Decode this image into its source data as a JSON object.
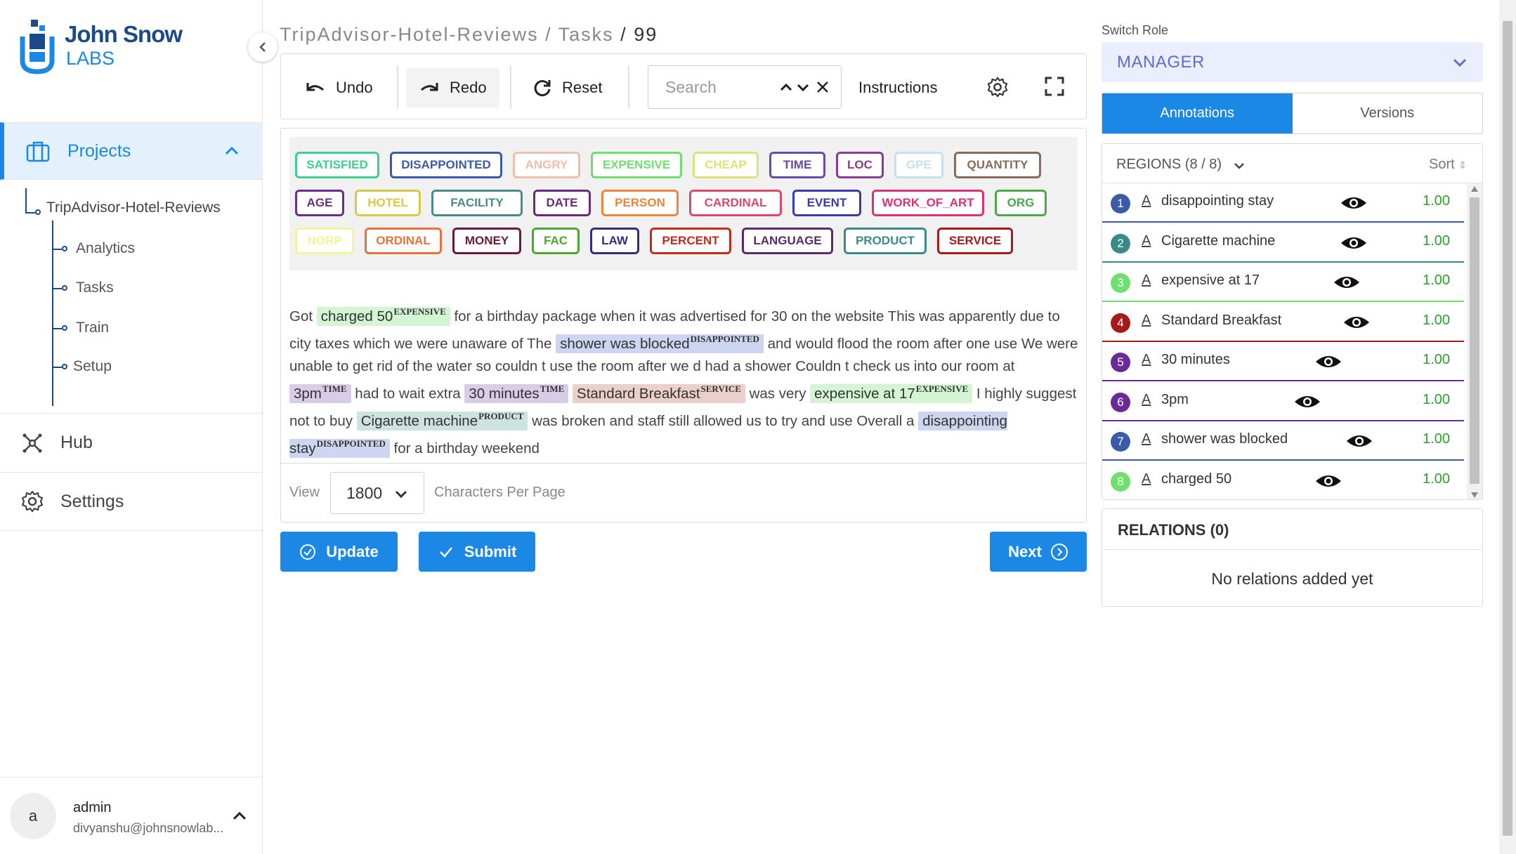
{
  "app": {
    "logo_line1": "John Snow",
    "logo_line2": "LABS"
  },
  "sidebar": {
    "projects_label": "Projects",
    "project_name": "TripAdvisor-Hotel-Reviews",
    "sub_items": [
      "Analytics",
      "Tasks",
      "Train",
      "Setup"
    ],
    "hub_label": "Hub",
    "settings_label": "Settings",
    "user": {
      "avatar_letter": "a",
      "name": "admin",
      "email": "divyanshu@johnsnowlab..."
    }
  },
  "breadcrumb": {
    "project": "TripAdvisor-Hotel-Reviews",
    "sep1": "/",
    "section": "Tasks",
    "sep2": "/",
    "task": "99"
  },
  "toolbar": {
    "undo": "Undo",
    "redo": "Redo",
    "reset": "Reset",
    "search_placeholder": "Search",
    "instructions": "Instructions"
  },
  "labels": [
    {
      "name": "SATISFIED",
      "color": "#3fcf8e"
    },
    {
      "name": "DISAPPOINTED",
      "color": "#3b5aa8"
    },
    {
      "name": "ANGRY",
      "color": "#efbfab"
    },
    {
      "name": "EXPENSIVE",
      "color": "#6fe06f"
    },
    {
      "name": "CHEAP",
      "color": "#d9e47a"
    },
    {
      "name": "TIME",
      "color": "#6a4aa8"
    },
    {
      "name": "LOC",
      "color": "#8a3c8e"
    },
    {
      "name": "GPE",
      "color": "#c4dfef"
    },
    {
      "name": "QUANTITY",
      "color": "#8a6a5a"
    },
    {
      "name": "AGE",
      "color": "#6b2d8a"
    },
    {
      "name": "HOTEL",
      "color": "#d9c948"
    },
    {
      "name": "FACILITY",
      "color": "#4a8a8a"
    },
    {
      "name": "DATE",
      "color": "#6a2a7a"
    },
    {
      "name": "PERSON",
      "color": "#e8873a"
    },
    {
      "name": "CARDINAL",
      "color": "#d94a6a"
    },
    {
      "name": "EVENT",
      "color": "#3a3aa8"
    },
    {
      "name": "WORK_OF_ART",
      "color": "#d9317a"
    },
    {
      "name": "ORG",
      "color": "#4aa84a"
    },
    {
      "name": "NORP",
      "color": "#f0f59a"
    },
    {
      "name": "ORDINAL",
      "color": "#e8733a"
    },
    {
      "name": "MONEY",
      "color": "#6a1a3a"
    },
    {
      "name": "FAC",
      "color": "#4aa82a"
    },
    {
      "name": "LAW",
      "color": "#3a2a7a"
    },
    {
      "name": "PERCENT",
      "color": "#c42a1a"
    },
    {
      "name": "LANGUAGE",
      "color": "#5a2a6a"
    },
    {
      "name": "PRODUCT",
      "color": "#3a8a8a"
    },
    {
      "name": "SERVICE",
      "color": "#a81a1a"
    }
  ],
  "text": {
    "t0": "Got ",
    "h1": {
      "text": "charged 50",
      "label": "EXPENSIVE",
      "bg": "#d4f5d4"
    },
    "t1": " for a birthday package when it was advertised for 30 on the website This was apparently due to city taxes which we were unaware of The ",
    "h2": {
      "text": "shower was blocked",
      "label": "DISAPPOINTED",
      "bg": "#cdd5f0"
    },
    "t2": " and would flood the room after one use We were unable to get rid of the water so couldn t use the room after we d had a shower Couldn t check us into our room at ",
    "h3": {
      "text": "3pm",
      "label": "TIME",
      "bg": "#d9cce8"
    },
    "t3": " had to wait extra ",
    "h4": {
      "text": "30 minutes",
      "label": "TIME",
      "bg": "#d9cce8"
    },
    "t4": " ",
    "h5": {
      "text": "Standard Breakfast",
      "label": "SERVICE",
      "bg": "#ebcfca"
    },
    "t5": " was very ",
    "h6": {
      "text": "expensive at 17",
      "label": "EXPENSIVE",
      "bg": "#d4f5d4"
    },
    "t6": " I highly suggest not to buy ",
    "h7": {
      "text": "Cigarette machine",
      "label": "PRODUCT",
      "bg": "#cde3df"
    },
    "t7": " was broken and staff still allowed us to try and use Overall a ",
    "h8": {
      "text": "disappointing stay",
      "label": "DISAPPOINTED",
      "bg": "#cdd5f0"
    },
    "t8": " for a birthday weekend"
  },
  "view": {
    "label": "View",
    "value": "1800",
    "suffix": "Characters Per Page"
  },
  "actions": {
    "update": "Update",
    "submit": "Submit",
    "next": "Next"
  },
  "right": {
    "role_label": "Switch Role",
    "role_value": "MANAGER",
    "tab_annotations": "Annotations",
    "tab_versions": "Versions",
    "regions_title": "REGIONS (8 / 8)",
    "sort": "Sort",
    "regions": [
      {
        "num": "1",
        "text": "disappointing stay",
        "score": "1.00",
        "color": "#3b5aa8"
      },
      {
        "num": "2",
        "text": "Cigarette machine",
        "score": "1.00",
        "color": "#3a8a8a"
      },
      {
        "num": "3",
        "text": "expensive at 17",
        "score": "1.00",
        "color": "#6fe06f"
      },
      {
        "num": "4",
        "text": "Standard Breakfast",
        "score": "1.00",
        "color": "#a81a1a"
      },
      {
        "num": "5",
        "text": "30 minutes",
        "score": "1.00",
        "color": "#6a2a9a"
      },
      {
        "num": "6",
        "text": "3pm",
        "score": "1.00",
        "color": "#6a2a9a"
      },
      {
        "num": "7",
        "text": "shower was blocked",
        "score": "1.00",
        "color": "#3b5aa8"
      },
      {
        "num": "8",
        "text": "charged 50",
        "score": "1.00",
        "color": "#6fe06f"
      }
    ],
    "relations_title": "RELATIONS (0)",
    "relations_empty": "No relations added yet"
  }
}
